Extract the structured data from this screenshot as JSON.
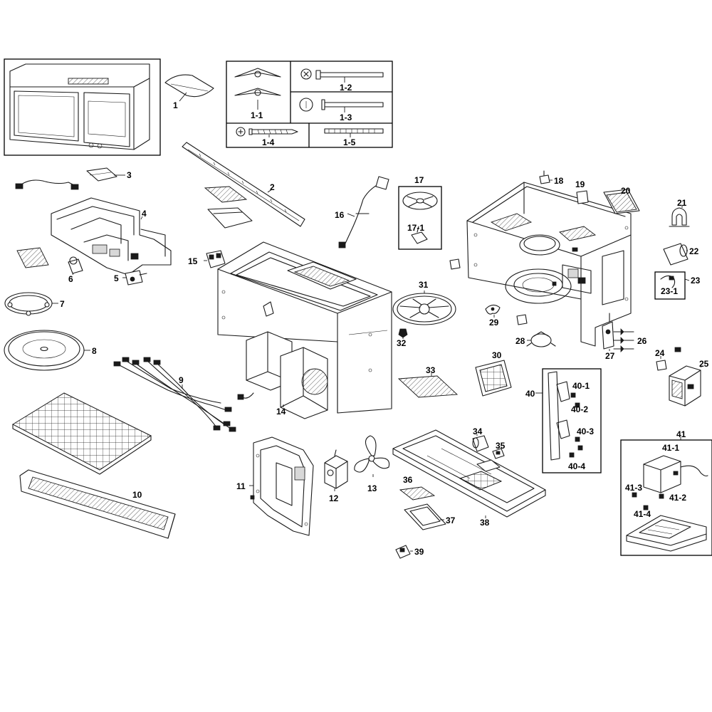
{
  "labels": {
    "p1": "1",
    "p1_1": "1-1",
    "p1_2": "1-2",
    "p1_3": "1-3",
    "p1_4": "1-4",
    "p1_5": "1-5",
    "p2": "2",
    "p3": "3",
    "p4": "4",
    "p5": "5",
    "p6": "6",
    "p7": "7",
    "p8": "8",
    "p9": "9",
    "p10": "10",
    "p11": "11",
    "p12": "12",
    "p13": "13",
    "p14": "14",
    "p15": "15",
    "p16": "16",
    "p17": "17",
    "p17_1": "17-1",
    "p18": "18",
    "p19": "19",
    "p20": "20",
    "p21": "21",
    "p22": "22",
    "p23": "23",
    "p23_1": "23-1",
    "p24": "24",
    "p25": "25",
    "p26": "26",
    "p27": "27",
    "p28": "28",
    "p29": "29",
    "p30": "30",
    "p31": "31",
    "p32": "32",
    "p33": "33",
    "p34": "34",
    "p35": "35",
    "p36": "36",
    "p37": "37",
    "p38": "38",
    "p39": "39",
    "p40": "40",
    "p40_1": "40-1",
    "p40_2": "40-2",
    "p40_3": "40-3",
    "p40_4": "40-4",
    "p41": "41",
    "p41_1": "41-1",
    "p41_2": "41-2",
    "p41_3": "41-3",
    "p41_4": "41-4"
  }
}
